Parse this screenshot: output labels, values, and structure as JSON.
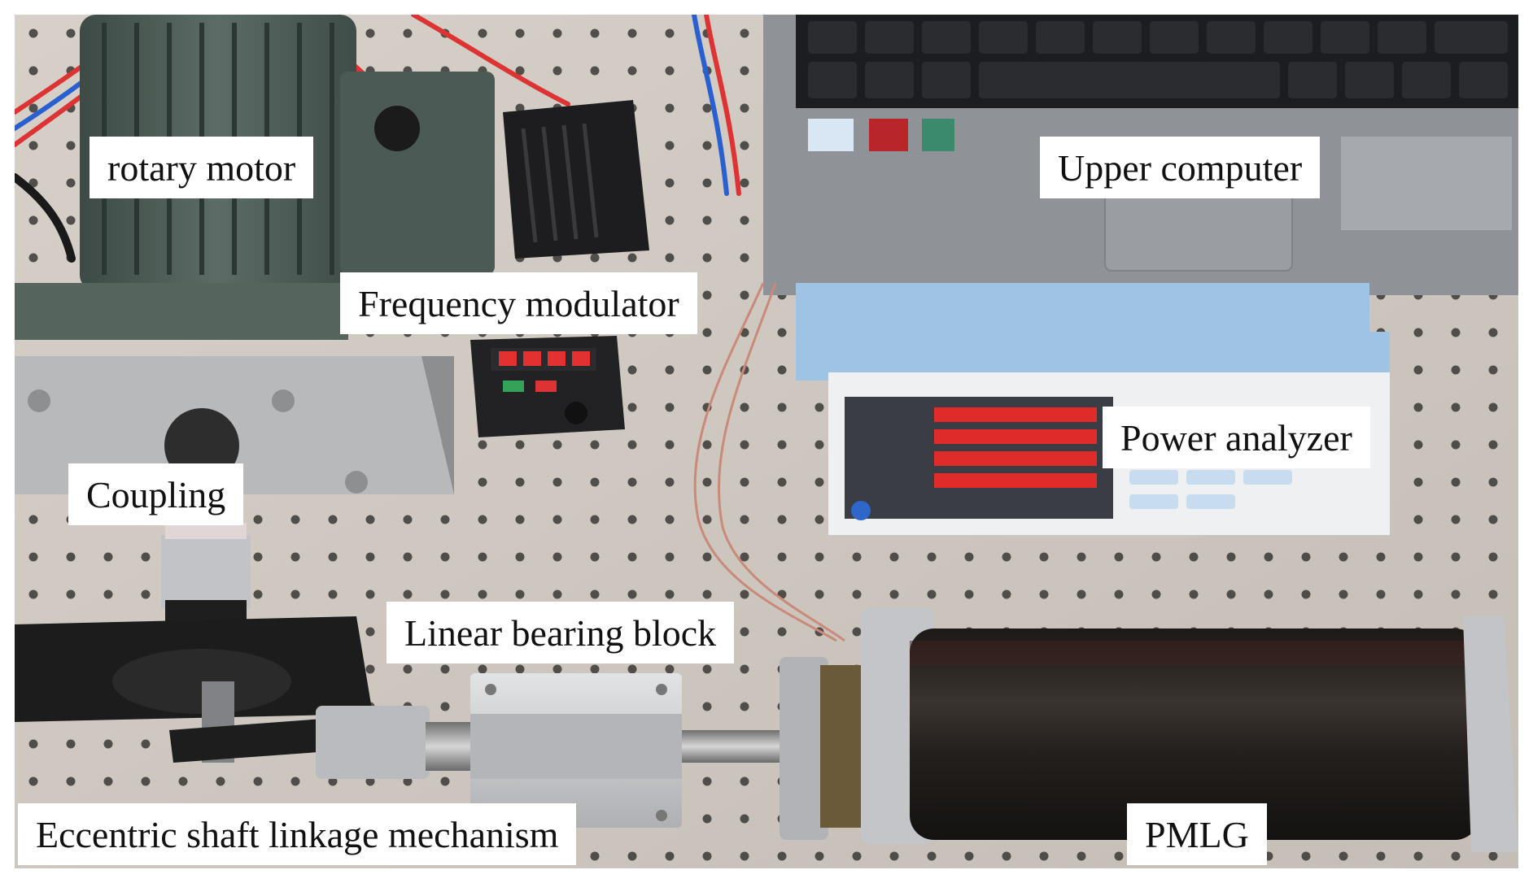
{
  "labels": {
    "rotary_motor": "rotary motor",
    "frequency_modulator": "Frequency modulator",
    "upper_computer": "Upper computer",
    "power_analyzer": "Power analyzer",
    "coupling": "Coupling",
    "linear_bearing_block": "Linear bearing block",
    "eccentric_mechanism": "Eccentric shaft linkage mechanism",
    "pmlg": "PMLG"
  },
  "colors": {
    "table": "#cfc9c1",
    "table_hole": "#3a3836",
    "motor": "#4f5e58",
    "analyzer_case": "#9fc3e3",
    "laptop": "#8f9296",
    "keyboard": "#1c1d20",
    "pmlg_body": "#26221f",
    "aluminium": "#c9cacc",
    "label_bg": "#ffffff",
    "label_text": "#111111"
  }
}
